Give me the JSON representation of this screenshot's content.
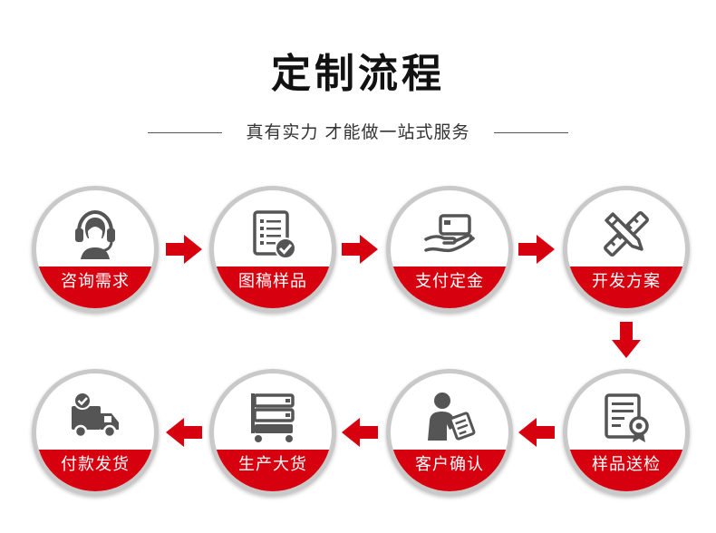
{
  "title": "定制流程",
  "subtitle": "真有实力 才能做一站式服务",
  "colors": {
    "accent": "#d7000f",
    "icon": "#555555",
    "ring": "#c9c9c9"
  },
  "steps": [
    {
      "label": "咨询需求",
      "icon": "headset-agent-icon"
    },
    {
      "label": "图稿样品",
      "icon": "document-check-icon"
    },
    {
      "label": "支付定金",
      "icon": "hand-payment-icon"
    },
    {
      "label": "开发方案",
      "icon": "pencil-ruler-icon"
    },
    {
      "label": "样品送检",
      "icon": "certificate-icon"
    },
    {
      "label": "客户确认",
      "icon": "person-clipboard-icon"
    },
    {
      "label": "生产大货",
      "icon": "shelf-cart-icon"
    },
    {
      "label": "付款发货",
      "icon": "delivery-truck-icon"
    }
  ]
}
